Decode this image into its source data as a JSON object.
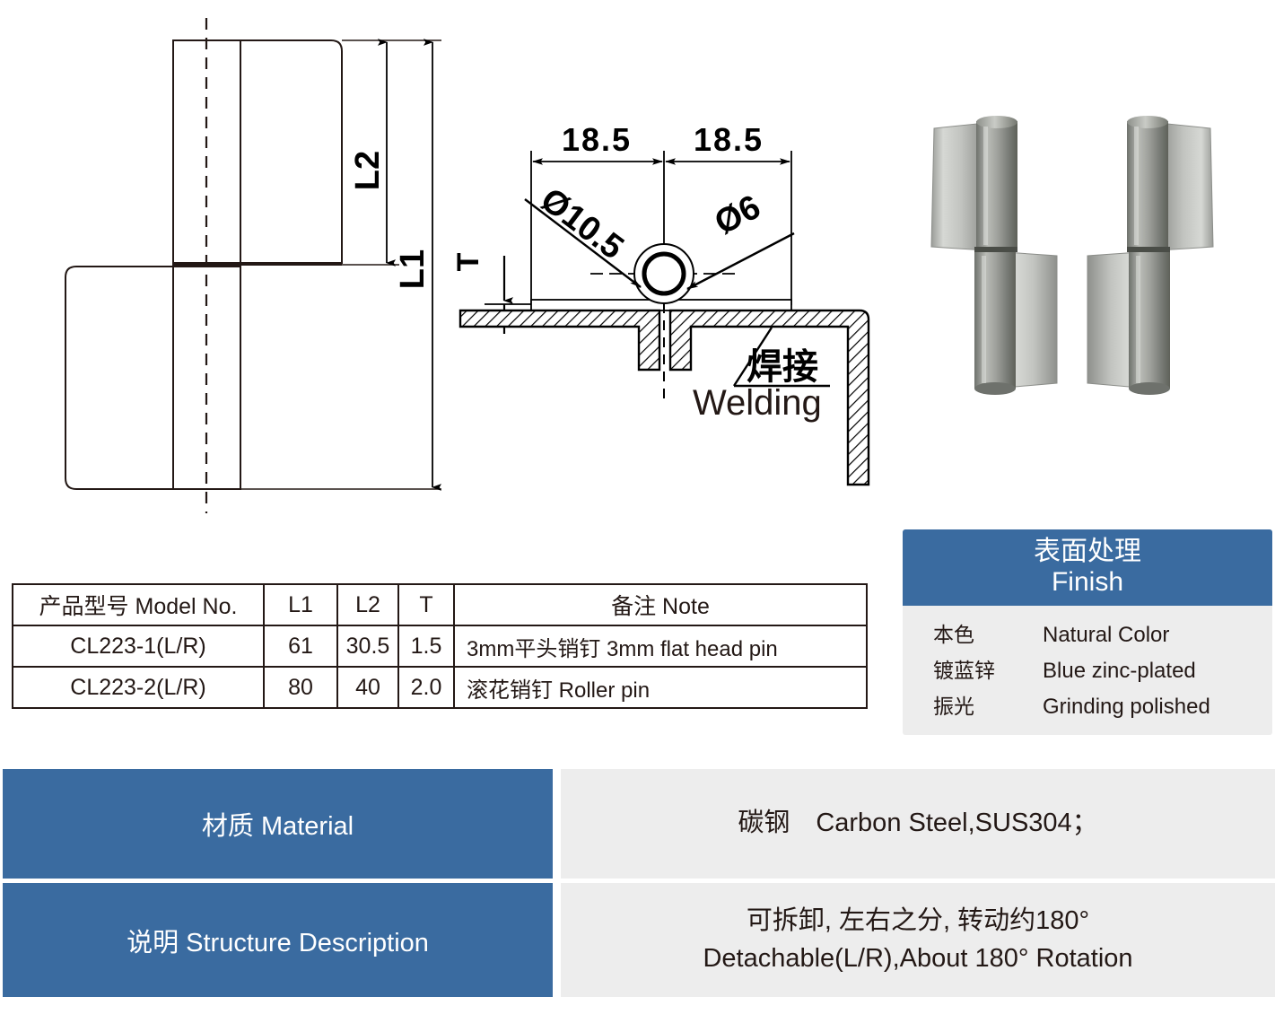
{
  "drawing": {
    "dim_l1": "L1",
    "dim_l2": "L2",
    "dim_t": "T",
    "dim_left_width": "18.5",
    "dim_right_width": "18.5",
    "dia_outer": "Ø10.5",
    "dia_inner": "Ø6",
    "welding_cn": "焊接",
    "welding_en": "Welding"
  },
  "photo": {
    "caption": "hinge-pair-photo",
    "left_part": "left-hand-lift-off-hinge",
    "right_part": "right-hand-lift-off-hinge"
  },
  "spec_table": {
    "headers": [
      "产品型号 Model No.",
      "L1",
      "L2",
      "T",
      "备注 Note"
    ],
    "rows": [
      {
        "model": "CL223-1(L/R)",
        "l1": "61",
        "l2": "30.5",
        "t": "1.5",
        "note": "3mm平头销钉 3mm flat head pin"
      },
      {
        "model": "CL223-2(L/R)",
        "l1": "80",
        "l2": "40",
        "t": "2.0",
        "note": "滚花销钉 Roller pin"
      }
    ]
  },
  "finish": {
    "title_cn": "表面处理",
    "title_en": "Finish",
    "options": [
      {
        "cn": "本色",
        "en": "Natural Color"
      },
      {
        "cn": "镀蓝锌",
        "en": "Blue zinc-plated"
      },
      {
        "cn": "振光",
        "en": "Grinding polished"
      }
    ]
  },
  "material": {
    "label": "材质 Material",
    "value": "碳钢　Carbon Steel,SUS304；"
  },
  "structure": {
    "label": "说明 Structure Description",
    "value_cn": "可拆卸, 左右之分, 转动约180°",
    "value_en": "Detachable(L/R),About 180° Rotation"
  },
  "colors": {
    "accent_blue": "#3a6ba0",
    "panel_gray": "#ededed",
    "line_black": "#231815"
  }
}
